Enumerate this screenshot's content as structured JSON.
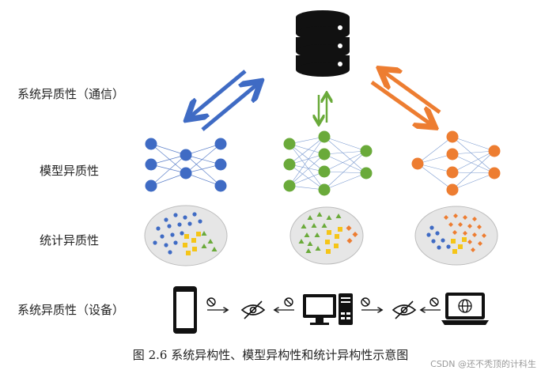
{
  "labels": {
    "comm": "系统异质性（通信）",
    "model": "模型异质性",
    "stat": "统计异质性",
    "device": "系统异质性（设备）"
  },
  "caption": "图 2.6   系统异构性、模型异构性和统计异构性示意图",
  "watermark": "CSDN @还不秃顶的计科生",
  "colors": {
    "blue": "#3f6bc4",
    "green": "#6aaa3a",
    "orange": "#ed7d31",
    "yellow": "#f5c518",
    "ellipse_fill": "#e6e6e6",
    "ellipse_stroke": "#bdbdbd"
  },
  "icons": [
    "database-icon",
    "phone-icon",
    "desktop-computer-icon",
    "laptop-icon",
    "no-visibility-icon",
    "no-entry-icon"
  ]
}
